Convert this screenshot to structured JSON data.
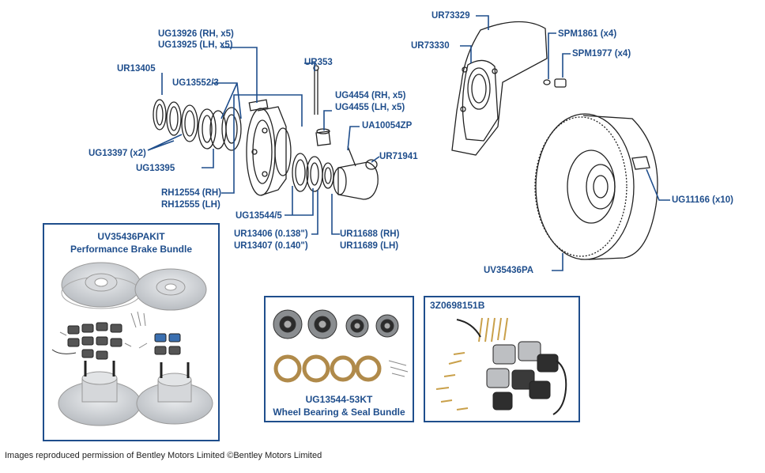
{
  "part_labels": {
    "ur13405": "UR13405",
    "ug13926": "UG13926 (RH, x5)",
    "ug13925": "UG13925 (LH, x5)",
    "ug13552": "UG13552/3",
    "ur353": "UR353",
    "ug4454": "UG4454 (RH, x5)",
    "ug4455": "UG4455 (LH, x5)",
    "ua10054zp": "UA10054ZP",
    "ur71941": "UR71941",
    "ug13397": "UG13397 (x2)",
    "ug13395": "UG13395",
    "rh12554": "RH12554 (RH)",
    "rh12555": "RH12555 (LH)",
    "ug13544": "UG13544/5",
    "ur13406": "UR13406 (0.138\")",
    "ur13407": "UR13407 (0.140\")",
    "ur11688": "UR11688 (RH)",
    "ur11689": "UR11689 (LH)",
    "ur73329": "UR73329",
    "ur73330": "UR73330",
    "spm1861": "SPM1861 (x4)",
    "spm1977": "SPM1977 (x4)",
    "ug11166": "UG11166 (x10)",
    "uv35436pa": "UV35436PA"
  },
  "bundles": {
    "brake": {
      "code": "UV35436PAKIT",
      "name": "Performance Brake Bundle"
    },
    "bearing": {
      "code": "UG13544-53KT",
      "name": "Wheel Bearing & Seal Bundle"
    },
    "pads": {
      "code": "3Z0698151B"
    }
  },
  "copyright": "Images reproduced permission of Bentley Motors Limited ©Bentley Motors Limited",
  "colors": {
    "accent": "#1f4e8c",
    "line": "#222222",
    "disc": "#c9ccd0"
  }
}
